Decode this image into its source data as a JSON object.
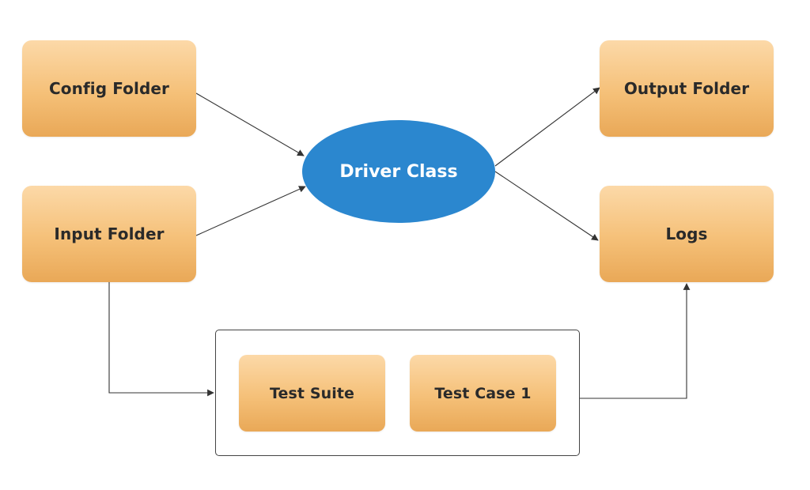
{
  "diagram": {
    "nodes": {
      "config_folder": "Config Folder",
      "input_folder": "Input Folder",
      "driver_class": "Driver Class",
      "output_folder": "Output Folder",
      "logs": "Logs",
      "test_suite": "Test Suite",
      "test_case_1": "Test Case 1"
    },
    "edges": [
      {
        "from": "Config Folder",
        "to": "Driver Class"
      },
      {
        "from": "Input Folder",
        "to": "Driver Class"
      },
      {
        "from": "Driver Class",
        "to": "Output Folder"
      },
      {
        "from": "Driver Class",
        "to": "Logs"
      },
      {
        "from": "Input Folder",
        "to": "Test Suite group"
      },
      {
        "from": "Test Suite group",
        "to": "Logs"
      }
    ],
    "colors": {
      "box_fill_top": "#fcd9a8",
      "box_fill_bottom": "#e9a857",
      "ellipse_fill": "#2b87cf",
      "connector": "#333333"
    }
  }
}
